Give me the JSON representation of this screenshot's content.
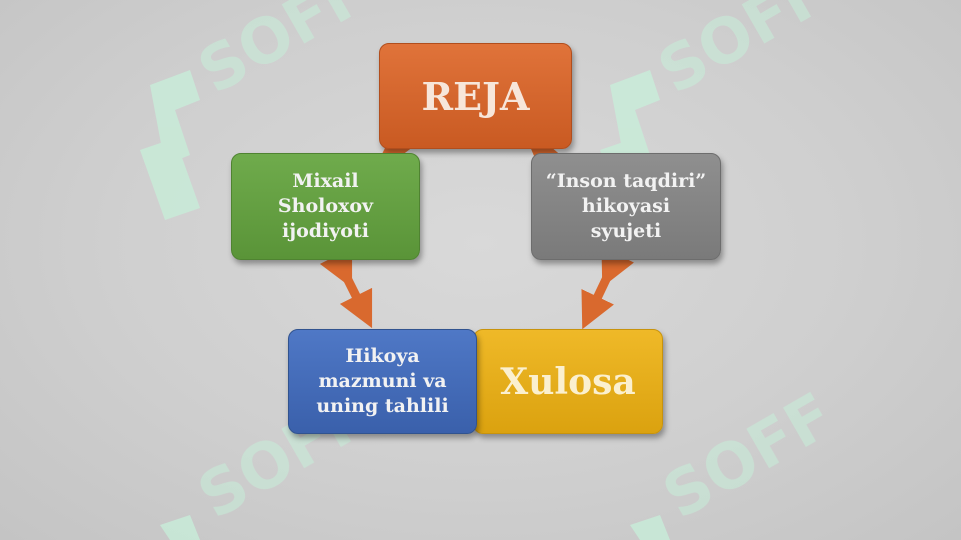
{
  "diagram": {
    "nodes": {
      "reja": "REJA",
      "mixail": "Mixail\nSholoxov\nijodiyoti",
      "inson": "“Inson taqdiri”\nhikoyasi\nsyujeti",
      "hikoya": "Hikoya\nmazmuni va\nuning tahlili",
      "xulosa": "Xulosa"
    },
    "watermark": "SOFF"
  },
  "colors": {
    "background": "#cfcfcf",
    "orange": "#d7672d",
    "green": "#64a042",
    "gray": "#858585",
    "blue": "#456cba",
    "yellow": "#e6ad1b",
    "arrow": "#d9692e",
    "watermark": "#c7efd9"
  }
}
